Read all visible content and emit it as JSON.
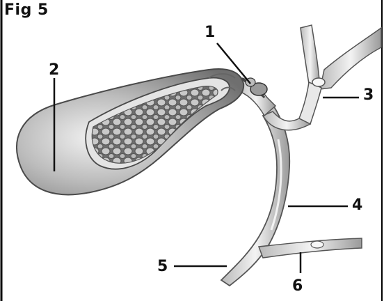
{
  "figure": {
    "caption": "Fig 5",
    "labels": {
      "l1": "1",
      "l2": "2",
      "l3": "3",
      "l4": "4",
      "l5": "5",
      "l6": "6"
    }
  },
  "colors": {
    "organ_fill": "#cfcfcf",
    "organ_dark": "#8a8a8a",
    "duct_light": "#e8e8e8",
    "outline": "#555555",
    "frame": "#000000"
  }
}
